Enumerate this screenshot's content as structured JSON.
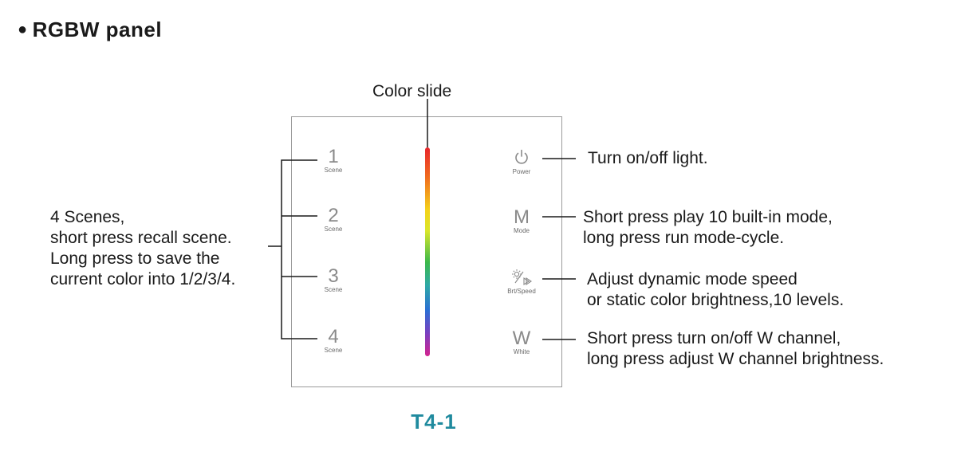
{
  "heading": {
    "bullet": "●",
    "text": "RGBW panel"
  },
  "color_slide_label": "Color slide",
  "panel": {
    "scenes": [
      {
        "number": "1",
        "label": "Scene"
      },
      {
        "number": "2",
        "label": "Scene"
      },
      {
        "number": "3",
        "label": "Scene"
      },
      {
        "number": "4",
        "label": "Scene"
      }
    ],
    "controls": {
      "power": {
        "label": "Power",
        "icon": "power-icon"
      },
      "mode": {
        "glyph": "M",
        "label": "Mode"
      },
      "brt_speed": {
        "label": "Brt/Speed",
        "icon": "brightness-speed-icon"
      },
      "white": {
        "glyph": "W",
        "label": "White"
      }
    },
    "slider_colors": [
      "#e8262c",
      "#f4d21a",
      "#3cb84a",
      "#2b6fd4",
      "#d3238f"
    ]
  },
  "callouts": {
    "scenes": [
      "4 Scenes,",
      "short press recall scene.",
      "Long press to save the",
      "current color into 1/2/3/4."
    ],
    "power": [
      "Turn on/off light."
    ],
    "mode": [
      "Short press play 10 built-in mode,",
      "long press run mode-cycle."
    ],
    "brt_speed": [
      "Adjust dynamic mode speed",
      "or static color brightness,10 levels."
    ],
    "white": [
      "Short press turn on/off W channel,",
      "long press adjust W channel brightness."
    ]
  },
  "model": "T4-1",
  "accent_color": "#1f8a9e"
}
